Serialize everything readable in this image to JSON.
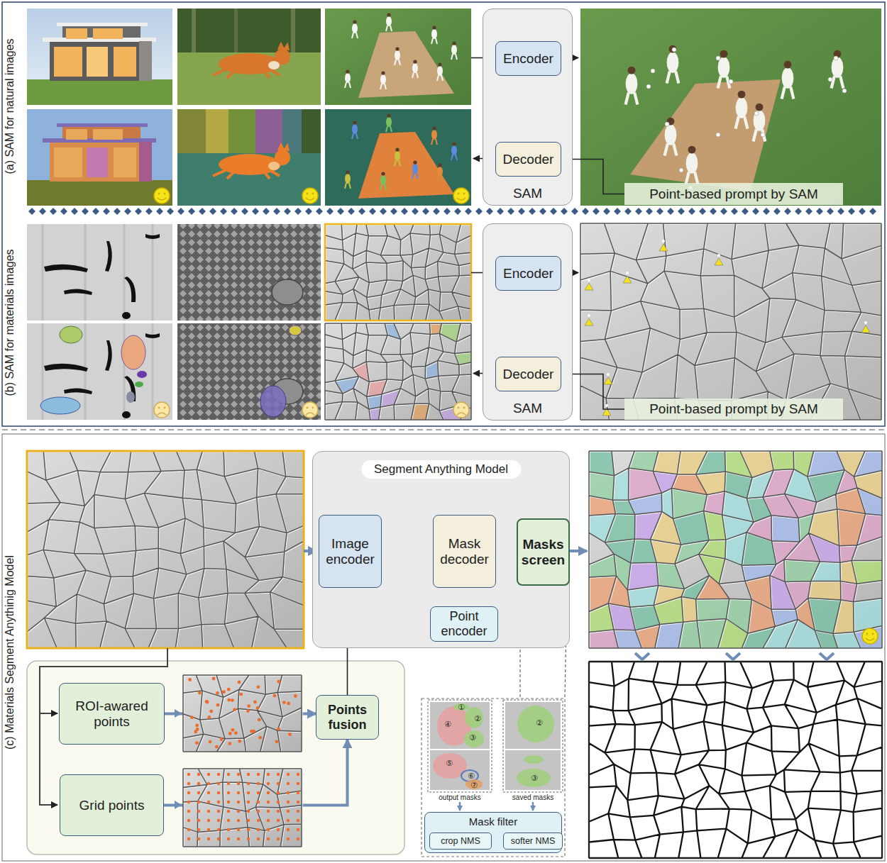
{
  "diagram": {
    "nodes": [
      {
        "text": [
          "(a) SAM for natural images"
        ]
      },
      {
        "text": [
          "SAM"
        ],
        "in": 0
      },
      {
        "text": [
          "Encoder"
        ],
        "in": 1
      },
      {
        "text": [
          "Decoder"
        ],
        "in": 1
      },
      {
        "text": [
          "Point-based prompt by SAM"
        ],
        "in": 0
      },
      {
        "text": [
          "(b) SAM for materials images"
        ]
      },
      {
        "text": [
          "SAM"
        ],
        "in": 5
      },
      {
        "text": [
          "Encoder"
        ],
        "in": 6
      },
      {
        "text": [
          "Decoder"
        ],
        "in": 6
      },
      {
        "text": [
          "Point-based prompt by SAM"
        ],
        "in": 5
      },
      {
        "text": [
          "(c) Materials Segment Anythinig Model"
        ]
      },
      {
        "text": [
          "Segment Anything Model"
        ],
        "in": 10
      },
      {
        "text": [
          "Image encoder"
        ],
        "in": 11
      },
      {
        "text": [
          "Mask decoder"
        ],
        "in": 11
      },
      {
        "text": [
          "Masks screen"
        ],
        "in": 11
      },
      {
        "text": [
          "Point encoder"
        ],
        "in": 11
      },
      {
        "text": [
          "ROI-awared points"
        ],
        "in": 10
      },
      {
        "text": [
          "Grid points"
        ],
        "in": 10
      },
      {
        "text": [
          "Points fusion"
        ],
        "in": 10
      },
      {
        "text": [
          "Mask filter"
        ],
        "in": 10
      },
      {
        "text": [
          "crop NMS"
        ],
        "in": 19
      },
      {
        "text": [
          "softer NMS"
        ],
        "in": 19
      }
    ],
    "edges": [
      {
        "from": 2,
        "to": 3,
        "arrow": "to"
      },
      {
        "from": 4,
        "to": 3,
        "arrow": "to"
      },
      {
        "from": 7,
        "to": 8,
        "arrow": "to"
      },
      {
        "from": 9,
        "to": 8,
        "arrow": "to"
      },
      {
        "from": 12,
        "to": 13,
        "arrow": "to"
      },
      {
        "from": 15,
        "to": 13,
        "arrow": "to"
      },
      {
        "from": 13,
        "to": 14,
        "arrow": "to"
      },
      {
        "from": 16,
        "to": 18,
        "arrow": "to"
      },
      {
        "from": 17,
        "to": 18,
        "arrow": "to"
      },
      {
        "from": 18,
        "to": 15,
        "arrow": "to"
      },
      {
        "from": 20,
        "to": 21,
        "arrow": "to"
      }
    ],
    "labels": [
      "①",
      "②",
      "④",
      "③",
      "②",
      "⑤",
      "⑥",
      "⑦",
      "③",
      "output masks",
      "saved masks"
    ]
  }
}
